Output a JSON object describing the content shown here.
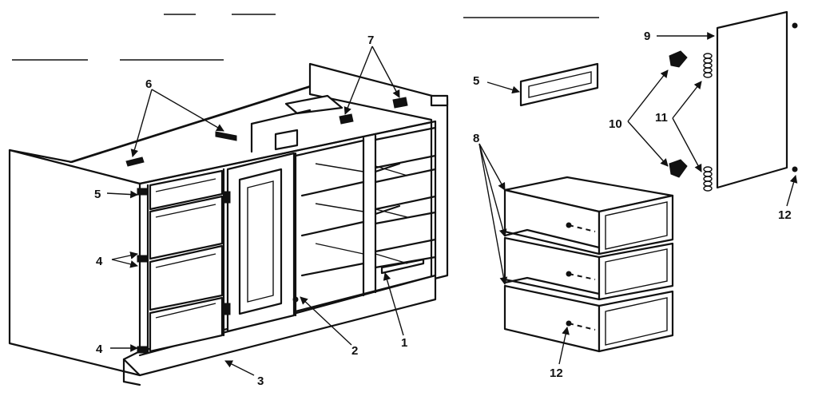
{
  "diagram": {
    "callouts": {
      "c1": "1",
      "c2": "2",
      "c3": "3",
      "c4a": "4",
      "c4b": "4",
      "c5a": "5",
      "c5b": "5",
      "c6": "6",
      "c7": "7",
      "c8": "8",
      "c9": "9",
      "c10": "10",
      "c11": "11",
      "c12a": "12",
      "c12b": "12"
    }
  }
}
